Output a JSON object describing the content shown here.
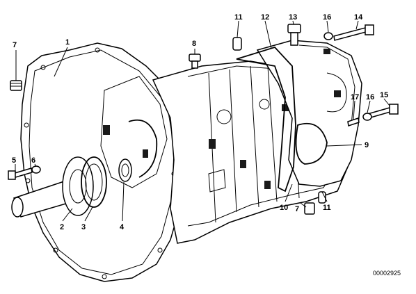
{
  "diagram": {
    "part_code": "00002925",
    "callouts": [
      {
        "id": "c1",
        "label": "1"
      },
      {
        "id": "c2",
        "label": "2"
      },
      {
        "id": "c3",
        "label": "3"
      },
      {
        "id": "c4",
        "label": "4"
      },
      {
        "id": "c5",
        "label": "5"
      },
      {
        "id": "c6",
        "label": "6"
      },
      {
        "id": "c7a",
        "label": "7"
      },
      {
        "id": "c7b",
        "label": "7"
      },
      {
        "id": "c8",
        "label": "8"
      },
      {
        "id": "c9",
        "label": "9"
      },
      {
        "id": "c10",
        "label": "10"
      },
      {
        "id": "c11a",
        "label": "11"
      },
      {
        "id": "c11b",
        "label": "11"
      },
      {
        "id": "c12",
        "label": "12"
      },
      {
        "id": "c13",
        "label": "13"
      },
      {
        "id": "c14",
        "label": "14"
      },
      {
        "id": "c15",
        "label": "15"
      },
      {
        "id": "c16a",
        "label": "16"
      },
      {
        "id": "c16b",
        "label": "16"
      },
      {
        "id": "c17",
        "label": "17"
      }
    ]
  }
}
